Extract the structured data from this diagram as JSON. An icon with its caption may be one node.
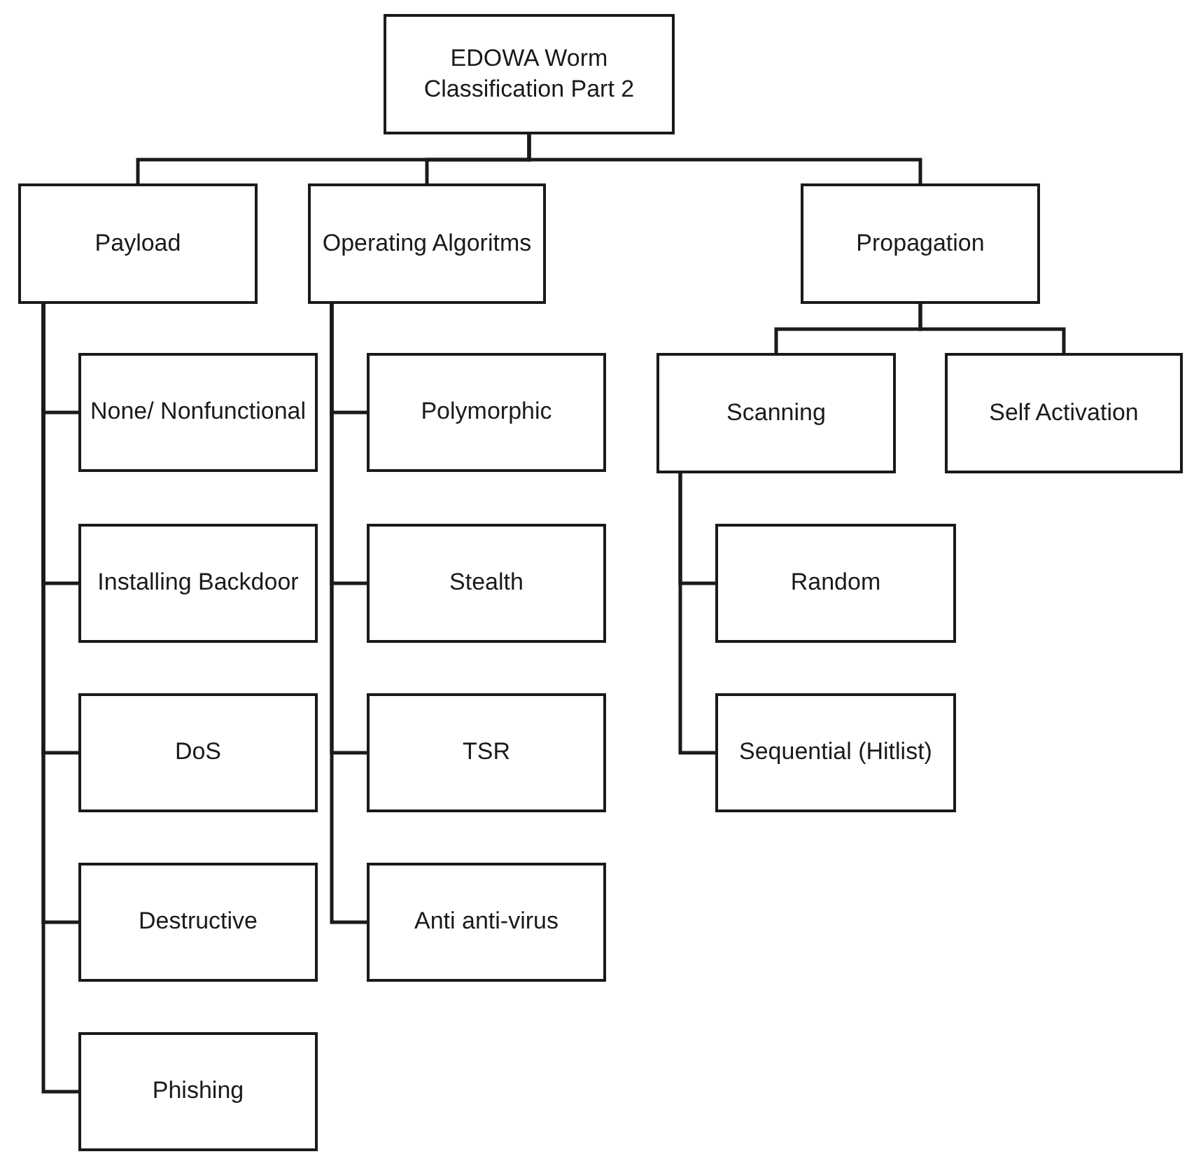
{
  "diagram": {
    "nodes": [
      {
        "text": [
          "EDOWA Worm Classification Part 2"
        ]
      },
      {
        "text": [
          "Payload"
        ]
      },
      {
        "text": [
          "None/ Nonfunctional"
        ]
      },
      {
        "text": [
          "Installing Backdoor"
        ]
      },
      {
        "text": [
          "DoS"
        ]
      },
      {
        "text": [
          "Destructive"
        ]
      },
      {
        "text": [
          "Phishing"
        ]
      },
      {
        "text": [
          "Operating Algoritms"
        ]
      },
      {
        "text": [
          "Polymorphic"
        ]
      },
      {
        "text": [
          "Stealth"
        ]
      },
      {
        "text": [
          "TSR"
        ]
      },
      {
        "text": [
          "Anti anti-virus"
        ]
      },
      {
        "text": [
          "Propagation"
        ]
      },
      {
        "text": [
          "Scanning"
        ]
      },
      {
        "text": [
          "Random"
        ]
      },
      {
        "text": [
          "Sequential (Hitlist)"
        ]
      },
      {
        "text": [
          "Self Activation"
        ]
      }
    ],
    "edges": [
      {
        "from": 0,
        "to": 1,
        "arrow": "none"
      },
      {
        "from": 0,
        "to": 7,
        "arrow": "none"
      },
      {
        "from": 0,
        "to": 12,
        "arrow": "none"
      },
      {
        "from": 1,
        "to": 2,
        "arrow": "none"
      },
      {
        "from": 1,
        "to": 3,
        "arrow": "none"
      },
      {
        "from": 1,
        "to": 4,
        "arrow": "none"
      },
      {
        "from": 1,
        "to": 5,
        "arrow": "none"
      },
      {
        "from": 1,
        "to": 6,
        "arrow": "none"
      },
      {
        "from": 7,
        "to": 8,
        "arrow": "none"
      },
      {
        "from": 7,
        "to": 9,
        "arrow": "none"
      },
      {
        "from": 7,
        "to": 10,
        "arrow": "none"
      },
      {
        "from": 7,
        "to": 11,
        "arrow": "none"
      },
      {
        "from": 12,
        "to": 13,
        "arrow": "none"
      },
      {
        "from": 12,
        "to": 16,
        "arrow": "none"
      },
      {
        "from": 13,
        "to": 14,
        "arrow": "none"
      },
      {
        "from": 13,
        "to": 15,
        "arrow": "none"
      }
    ]
  }
}
